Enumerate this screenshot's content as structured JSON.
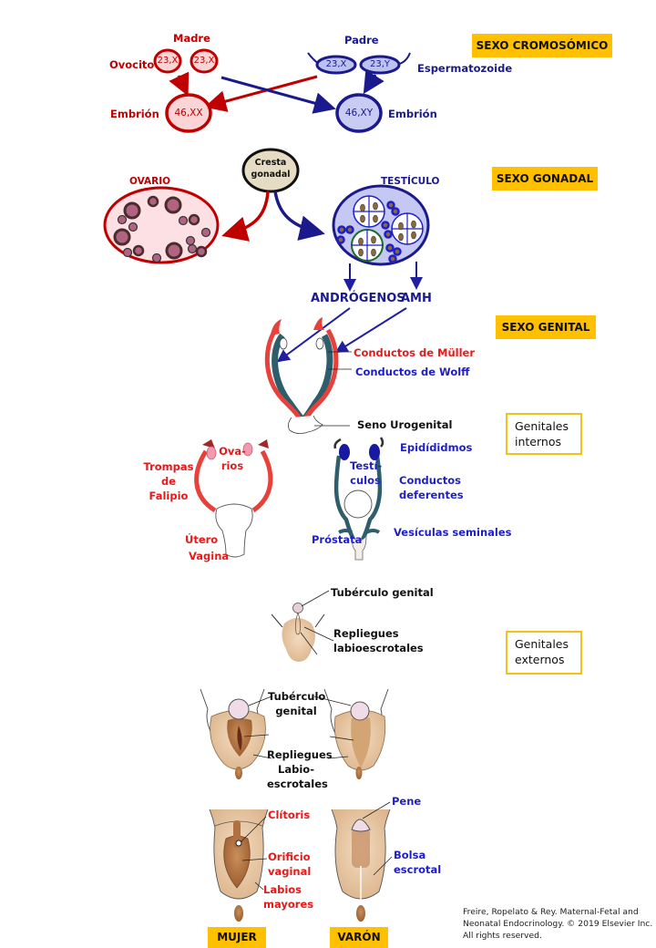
{
  "sections": {
    "chromosomal": "SEXO CROMOSÓMICO",
    "gonadal": "SEXO GONADAL",
    "genital": "SEXO GENITAL",
    "internal_genitals": "Genitales internos",
    "external_genitals": "Genitales externos"
  },
  "chromosomal": {
    "mother": "Madre",
    "father": "Padre",
    "oocyte": "Ovocito",
    "sperm": "Espermatozoide",
    "embryo_left": "Embrión",
    "embryo_right": "Embrión",
    "mother_cells": [
      "23,X",
      "23,X"
    ],
    "father_cells": [
      "23,X",
      "23,Y"
    ],
    "embryo_female": "46,XX",
    "embryo_male": "46,XY"
  },
  "gonadal": {
    "ridge": "Cresta gonadal",
    "ovary": "OVARIO",
    "testis": "TESTÍCULO",
    "androgens": "ANDRÓGENOS",
    "amh": "AMH"
  },
  "genital": {
    "muller": "Conductos de Müller",
    "wolff": "Conductos de Wolff",
    "urogenital_sinus": "Seno Urogenital"
  },
  "internal_female": {
    "tubes": "Trompas de Falipio",
    "ovaries": "Ova- rios",
    "uterus": "Útero",
    "vagina": "Vagina"
  },
  "internal_male": {
    "epididymis": "Epidídidmos",
    "testes": "Testí- culos",
    "vas_deferens": "Conductos deferentes",
    "seminal_vesicles": "Vesículas seminales",
    "prostate": "Próstata"
  },
  "external_indifferent": {
    "tubercle": "Tubérculo genital",
    "folds": "Repliegues labioescrotales"
  },
  "external_mid": {
    "tubercle": "Tubérculo genital",
    "folds": "Repliegues Labio- escrotales"
  },
  "external_female": {
    "clitoris": "Clítoris",
    "vaginal_orifice": "Orificio vaginal",
    "labia_majora": "Labios mayores",
    "label": "MUJER"
  },
  "external_male": {
    "penis": "Pene",
    "scrotum": "Bolsa escrotal",
    "label": "VARÓN"
  },
  "credit": "Freire, Ropelato & Rey. Maternal-Fetal and Neonatal Endocrinology. © 2019 Elsevier Inc. All rights reserved.",
  "colors": {
    "female_red": "#c00000",
    "male_blue": "#1a1a8c",
    "tag_yellow": "#ffc000",
    "box_border": "#f2c219"
  }
}
